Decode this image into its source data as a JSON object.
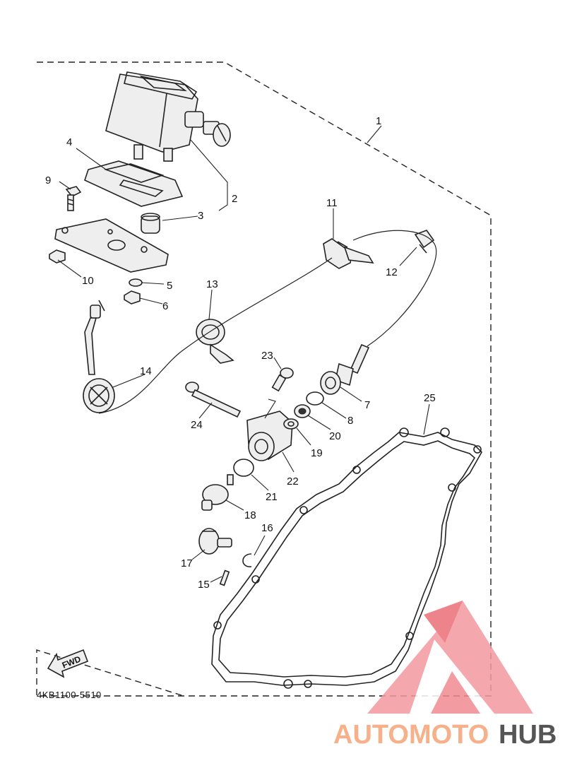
{
  "diagram": {
    "drawing_code": "4KB1100-5510",
    "fwd_label": "FWD",
    "callouts": [
      "1",
      "2",
      "3",
      "4",
      "5",
      "6",
      "7",
      "8",
      "9",
      "10",
      "11",
      "12",
      "13",
      "14",
      "15",
      "16",
      "17",
      "18",
      "19",
      "20",
      "21",
      "22",
      "23",
      "24",
      "25"
    ]
  },
  "watermark": {
    "part1": "AUTOMOTO",
    "part2": "HUB",
    "color_light": "#f6b08a",
    "color_red": "#e8505b",
    "color_gray": "#555555"
  }
}
